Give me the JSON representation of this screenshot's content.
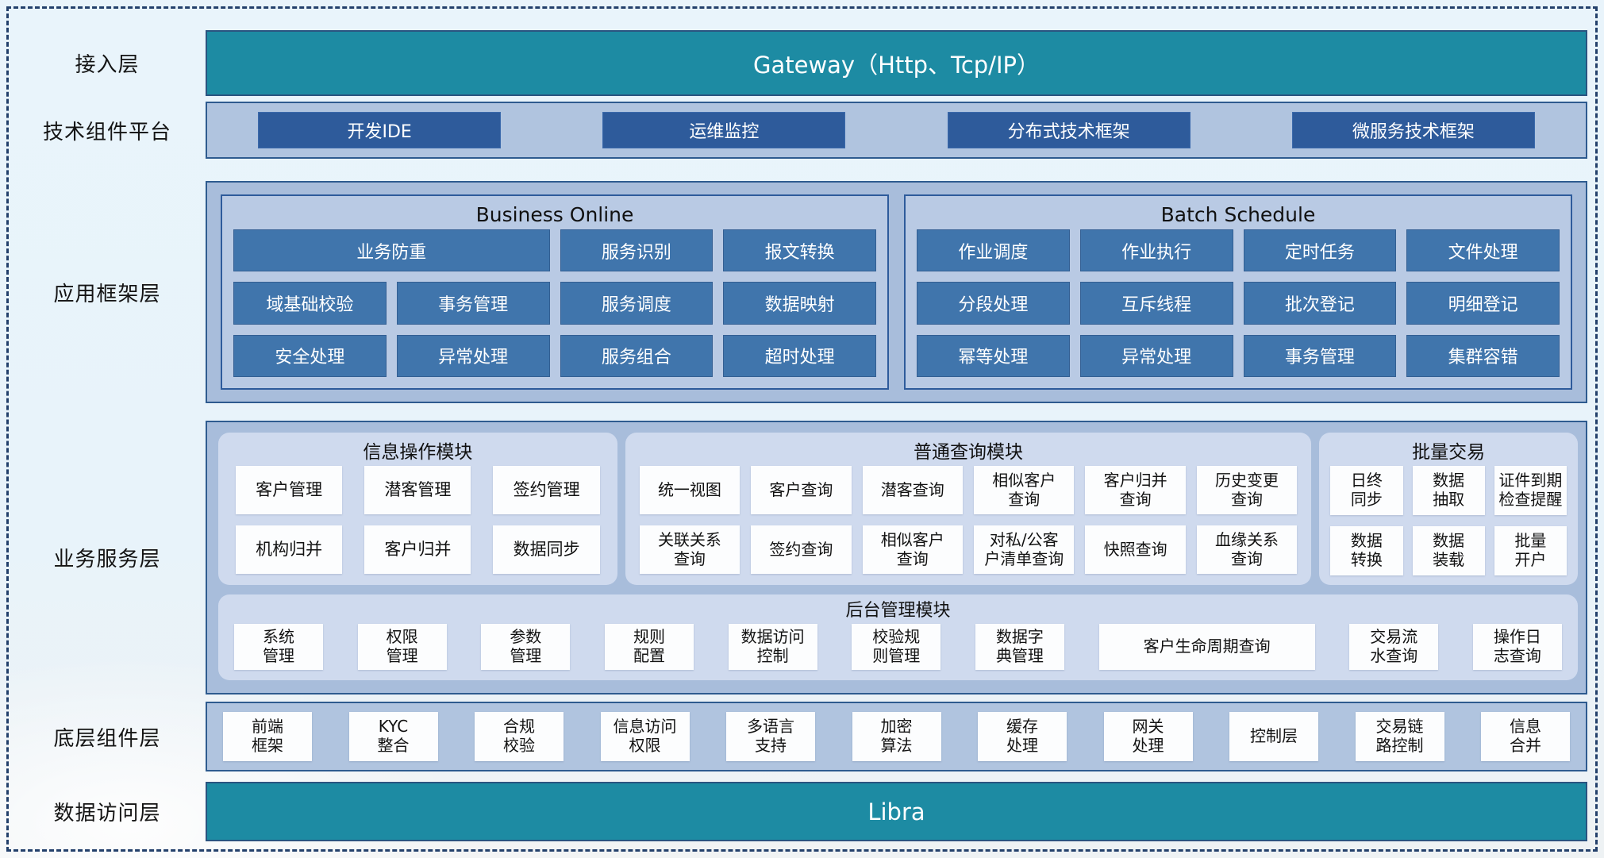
{
  "colors": {
    "teal_bar": "#1d8ba3",
    "dark_blue_button": "#2e5b9b",
    "mid_blue_item": "#4075ac",
    "steel_container": "#b0c4df",
    "panel_lavender": "#cfdaee",
    "dashed_border": "#23406b"
  },
  "access": {
    "label": "接入层",
    "bar": "Gateway（Http、Tcp/IP）"
  },
  "tech_platform": {
    "label": "技术组件平台",
    "items": [
      "开发IDE",
      "运维监控",
      "分布式技术框架",
      "微服务技术框架"
    ]
  },
  "app_framework": {
    "label": "应用框架层",
    "business_online": {
      "title": "Business Online",
      "items": [
        "业务防重",
        "服务识别",
        "报文转换",
        "域基础校验",
        "事务管理",
        "服务调度",
        "数据映射",
        "安全处理",
        "异常处理",
        "服务组合",
        "超时处理"
      ]
    },
    "batch_schedule": {
      "title": "Batch Schedule",
      "items": [
        "作业调度",
        "作业执行",
        "定时任务",
        "文件处理",
        "分段处理",
        "互斥线程",
        "批次登记",
        "明细登记",
        "幂等处理",
        "异常处理",
        "事务管理",
        "集群容错"
      ]
    }
  },
  "business_service": {
    "label": "业务服务层",
    "info_ops": {
      "title": "信息操作模块",
      "items": [
        "客户管理",
        "潜客管理",
        "签约管理",
        "机构归并",
        "客户归并",
        "数据同步"
      ]
    },
    "query": {
      "title": "普通查询模块",
      "items": [
        "统一视图",
        "客户查询",
        "潜客查询",
        "相似客户\n查询",
        "客户归并\n查询",
        "历史变更\n查询",
        "关联关系\n查询",
        "签约查询",
        "相似客户\n查询",
        "对私/公客\n户清单查询",
        "快照查询",
        "血缘关系\n查询"
      ]
    },
    "batch_trade": {
      "title": "批量交易",
      "items": [
        "日终\n同步",
        "数据\n抽取",
        "证件到期\n检查提醒",
        "数据\n转换",
        "数据\n装载",
        "批量\n开户"
      ]
    },
    "admin": {
      "title": "后台管理模块",
      "items": [
        "系统\n管理",
        "权限\n管理",
        "参数\n管理",
        "规则\n配置",
        "数据访问\n控制",
        "校验规\n则管理",
        "数据字\n典管理",
        "客户生命周期查询",
        "交易流\n水查询",
        "操作日\n志查询"
      ]
    }
  },
  "base_components": {
    "label": "底层组件层",
    "items": [
      "前端\n框架",
      "KYC\n整合",
      "合规\n校验",
      "信息访问\n权限",
      "多语言\n支持",
      "加密\n算法",
      "缓存\n处理",
      "网关\n处理",
      "控制层",
      "交易链\n路控制",
      "信息\n合并"
    ]
  },
  "data_access": {
    "label": "数据访问层",
    "bar": "Libra"
  }
}
